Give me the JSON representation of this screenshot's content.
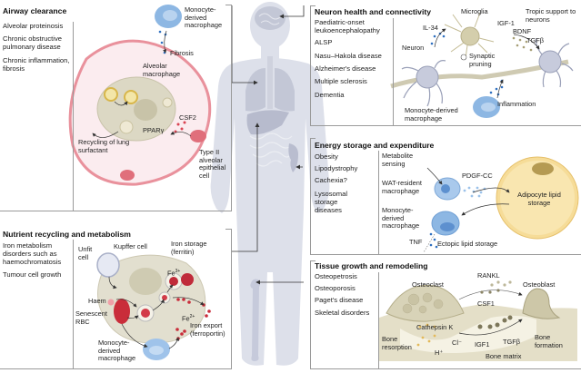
{
  "colors": {
    "body_silhouette": "#dde0ea",
    "organ": "#c3c7d6",
    "border": "#9a9a9a",
    "macrophage_blue": "#8db7e3",
    "alveolus_pink": "#e9919c",
    "cell_beige": "#dcd8c4",
    "rbc_red": "#c92d3a",
    "adipocyte_yellow": "#f6dc98",
    "bone_beige": "#e4dfc8"
  },
  "panels": {
    "airway": {
      "title": "Airway clearance",
      "diseases": [
        "Alveolar proteinosis",
        "Chronic obstructive pulmonary disease",
        "Chronic inflammation, fibrosis"
      ],
      "labels": {
        "mono": "Monocyte-derived macrophage",
        "fibrosis": "Fibrosis",
        "alveolar_macrophage": "Alveolar macrophage",
        "csf2": "CSF2",
        "ppar": "PPARγ",
        "recycling": "Recycling of lung surfactant",
        "type2": "Type II alveolar epithelial cell"
      }
    },
    "nutrient": {
      "title": "Nutrient recycling and metabolism",
      "diseases": [
        "Iron metabolism disorders such as haemochromatosis",
        "Tumour cell growth"
      ],
      "labels": {
        "unfit": "Unfit cell",
        "kupffer": "Kupffer cell",
        "iron_storage": "Iron storage (ferritin)",
        "fe3": "Fe3+",
        "fe2": "Fe2+",
        "haem": "Haem",
        "senescent": "Senescent RBC",
        "iron_export": "Iron export (ferroportin)",
        "mono": "Monocyte-derived macrophage"
      }
    },
    "neuron": {
      "title": "Neuron health and connectivity",
      "diseases": [
        "Paediatric-onset leukoencephalopathy",
        "ALSP",
        "Nasu–Hakola disease",
        "Alzheimer's disease",
        "Multiple sclerosis",
        "Dementia"
      ],
      "labels": {
        "microglia": "Microglia",
        "tropic": "Tropic support to neurons",
        "il34": "IL-34",
        "igf1": "IGF-1",
        "bdnf": "BDNF",
        "tgfb": "TGFβ",
        "neuron": "Neuron",
        "synaptic": "Synaptic pruning",
        "inflammation": "Inflammation",
        "mono": "Monocyte-derived macrophage"
      }
    },
    "energy": {
      "title": "Energy storage and expenditure",
      "diseases": [
        "Obesity",
        "Lipodystrophy",
        "Cachexia?",
        "Lysosomal storage diseases"
      ],
      "labels": {
        "metabolite": "Metabolite sensing",
        "wat": "WAT-resident macrophage",
        "pdgf": "PDGF-CC",
        "adipocyte": "Adipocyte lipid storage",
        "mono": "Monocyte-derived macrophage",
        "tnf": "TNF",
        "ectopic": "Ectopic lipid storage"
      }
    },
    "tissue": {
      "title": "Tissue growth and remodeling",
      "diseases": [
        "Osteopetrosis",
        "Osteoporosis",
        "Paget's disease",
        "Skeletal disorders"
      ],
      "labels": {
        "osteoclast": "Osteoclast",
        "rankl": "RANKL",
        "osteoblast": "Osteoblast",
        "csf1": "CSF1",
        "cathepsin": "Cathepsin K",
        "bone_resorption": "Bone resorption",
        "cl": "Cl⁻",
        "h": "H⁺",
        "igf1": "IGF1",
        "tgfb": "TGFβ",
        "bone_formation": "Bone formation",
        "bone_matrix": "Bone matrix"
      }
    }
  }
}
